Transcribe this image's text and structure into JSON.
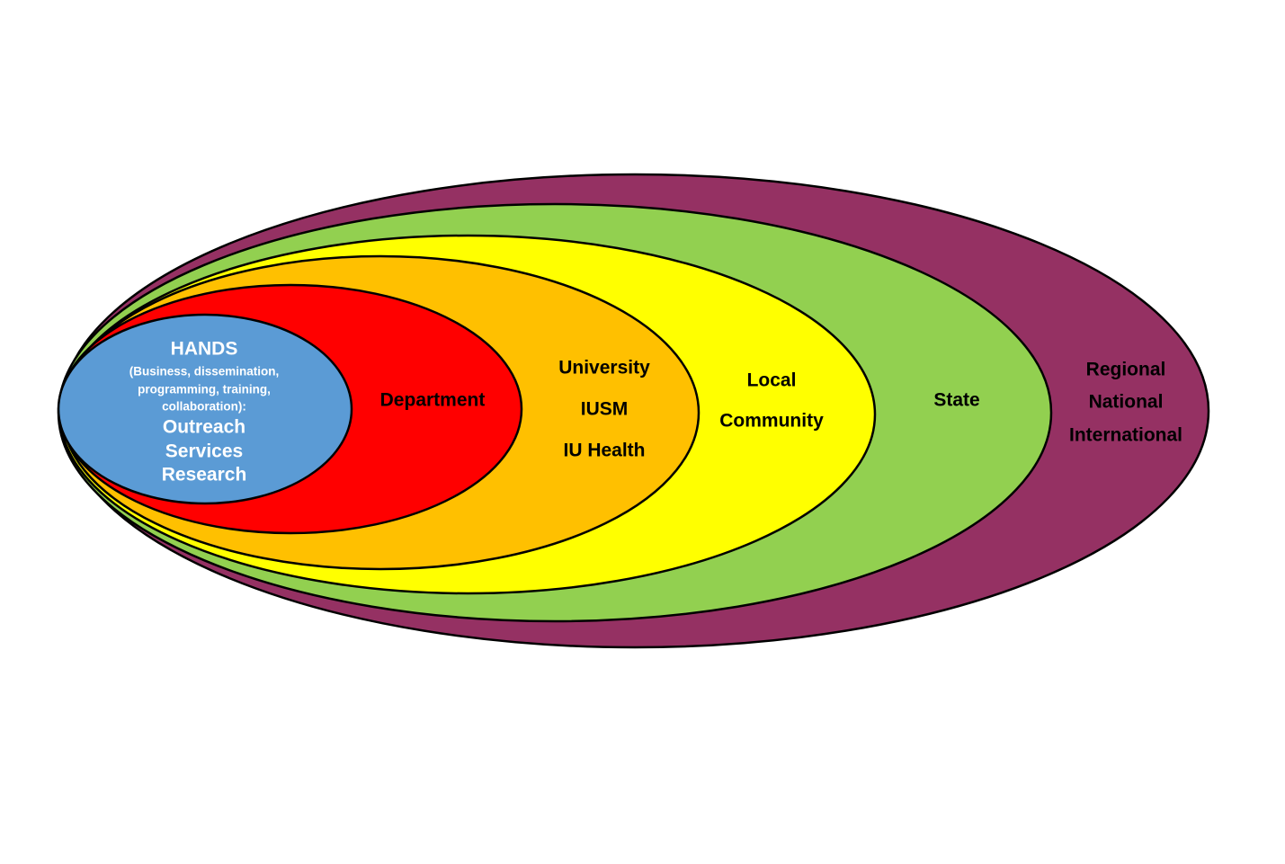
{
  "layers": [
    {
      "id": "regional",
      "color": "#953163",
      "lines": [
        "Regional",
        "National",
        "International"
      ],
      "text_color": "#000000"
    },
    {
      "id": "state",
      "color": "#92D050",
      "lines": [
        "State"
      ],
      "text_color": "#000000"
    },
    {
      "id": "local",
      "color": "#FFFF00",
      "lines": [
        "Local",
        "Community"
      ],
      "text_color": "#000000"
    },
    {
      "id": "university",
      "color": "#FFC000",
      "lines": [
        "University",
        "IUSM",
        "IU Health"
      ],
      "text_color": "#000000"
    },
    {
      "id": "department",
      "color": "#FF0000",
      "lines": [
        "Department"
      ],
      "text_color": "#000000"
    },
    {
      "id": "hands",
      "color": "#5B9BD5",
      "text_color": "#FFFFFF"
    }
  ],
  "hands": {
    "title": "HANDS",
    "sub1": "(Business, dissemination,",
    "sub2": "programming, training,",
    "sub3": "collaboration):",
    "item1": "Outreach",
    "item2": "Services",
    "item3": "Research"
  }
}
